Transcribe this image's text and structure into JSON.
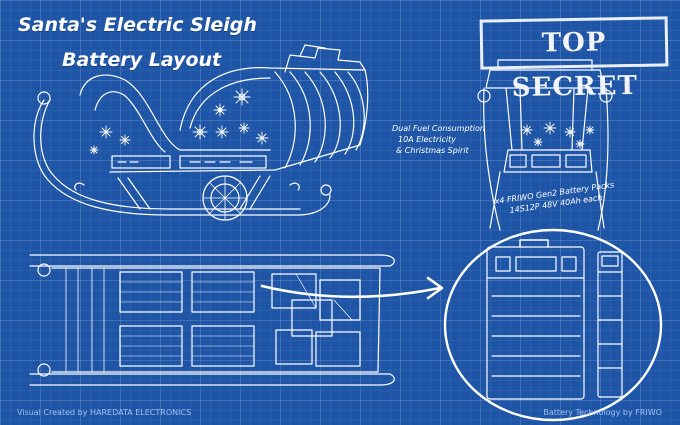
{
  "title": {
    "line1": "Santa's Electric Sleigh",
    "line2": "Battery Layout"
  },
  "stamp": "TOP SECRET",
  "fuel_note": {
    "line1": "Dual Fuel Consumption",
    "line2": "10A Electricity",
    "line3": "& Christmas Spirit"
  },
  "battery_note": {
    "line1": "x4 FRIWO Gen2 Battery Packs",
    "line2": "14S12P 48V 40Ah each"
  },
  "footer": {
    "credit": "Visual Created by HAREDATA ELECTRONICS",
    "technology": "Battery Technology by FRIWO"
  },
  "colors": {
    "background": "#1e55a6",
    "lines": "#ffffff",
    "footer_text": "#9fc0f0"
  }
}
